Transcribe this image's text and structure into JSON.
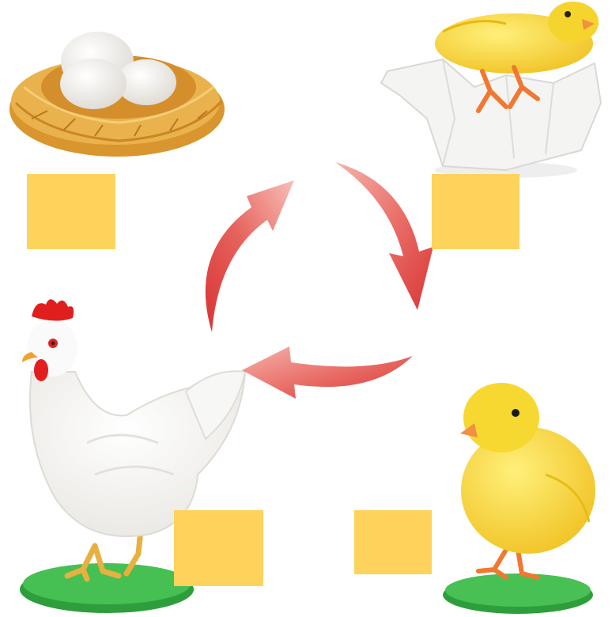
{
  "diagram": {
    "stages": [
      {
        "id": "eggs",
        "icon": "eggs-in-nest-figure"
      },
      {
        "id": "hatching",
        "icon": "hatching-chick-figure"
      },
      {
        "id": "chick",
        "icon": "yellow-chick-figure"
      },
      {
        "id": "hen",
        "icon": "white-hen-figure"
      }
    ],
    "cycle_direction": "clockwise",
    "label_boxes": [
      {
        "stage": "eggs",
        "value": ""
      },
      {
        "stage": "hatching",
        "value": ""
      },
      {
        "stage": "hen",
        "value": ""
      },
      {
        "stage": "chick",
        "value": ""
      }
    ]
  },
  "colors": {
    "background": "#ffffff",
    "label_box": "#fdd35c",
    "arrow": "#e04848",
    "arrow_light": "#f29a92",
    "egg": "#f3f3f0",
    "nest": "#e9b14a",
    "chick": "#f8d838",
    "hen_body": "#fbfbfb",
    "comb": "#e22020",
    "beak": "#f4a23a",
    "grass": "#3fb84a"
  }
}
